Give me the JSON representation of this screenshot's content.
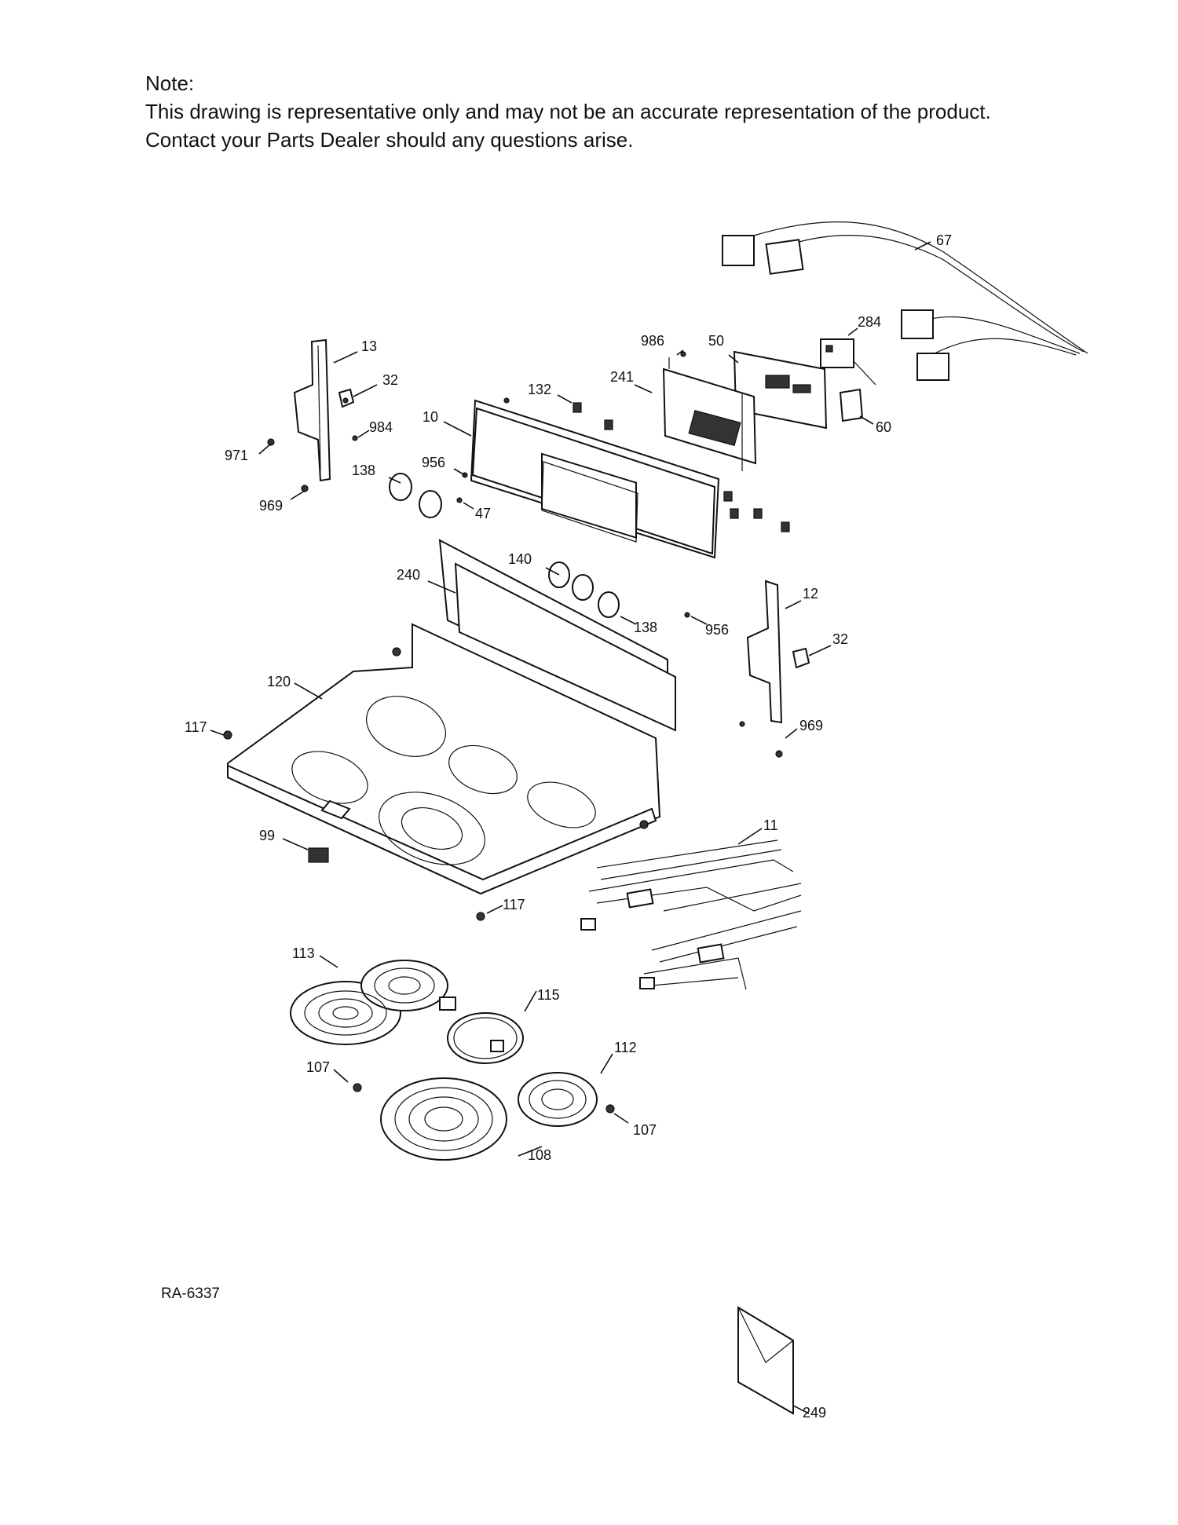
{
  "note": {
    "heading": "Note:",
    "line1": "This drawing is representative only and may not be an accurate representation of the product.",
    "line2": "Contact your Parts Dealer should any questions arise."
  },
  "drawing_ref": "RA-6337",
  "part_labels": {
    "p67": "67",
    "p284": "284",
    "p986": "986",
    "p50": "50",
    "p241": "241",
    "p60": "60",
    "p13": "13",
    "p32a": "32",
    "p132": "132",
    "p10": "10",
    "p984": "984",
    "p971": "971",
    "p956a": "956",
    "p138a": "138",
    "p969a": "969",
    "p47": "47",
    "p140": "140",
    "p240": "240",
    "p12": "12",
    "p32b": "32",
    "p138b": "138",
    "p956b": "956",
    "p120": "120",
    "p969b": "969",
    "p117a": "117",
    "p11": "11",
    "p99": "99",
    "p117b": "117",
    "p113": "113",
    "p115": "115",
    "p112": "112",
    "p107a": "107",
    "p107b": "107",
    "p108": "108",
    "p249": "249"
  }
}
